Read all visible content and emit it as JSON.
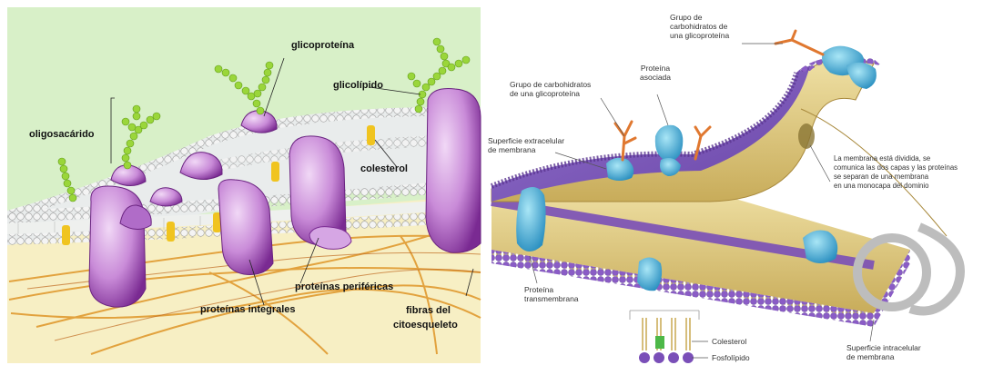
{
  "left_diagram": {
    "labels": {
      "glicoproteina": "glicoproteína",
      "glicolipido": "glicolípido",
      "oligosacarido": "oligosacárido",
      "colesterol": "colesterol",
      "proteinas_perifericas": "proteínas periféricas",
      "proteinas_integrales": "proteínas integrales",
      "fibras_citoesqueleto_1": "fibras del",
      "fibras_citoesqueleto_2": "citoesqueleto"
    },
    "colors": {
      "background": "#d8f0c8",
      "protein": "#9c3fb0",
      "protein_light": "#e0b8ec",
      "sugar": "#9ad63a",
      "fibers": "#e09a30",
      "cholesterol": "#f0c420"
    }
  },
  "right_diagram": {
    "labels": {
      "grupo_carbohidratos_celula_1": "Grupo de",
      "grupo_carbohidratos_celula_2": "carbohidratos de",
      "grupo_carbohidratos_celula_3": "una glicoproteína",
      "proteina_asociada_1": "Proteína",
      "proteina_asociada_2": "asociada",
      "grupo_carbohidratos_1": "Grupo de carbohidratos",
      "grupo_carbohidratos_2": "de una glicoproteína",
      "superficie_1": "Superficie extracelular",
      "superficie_2": "de membrana",
      "membrana_dividida_1": "La membrana está dividida, se",
      "membrana_dividida_2": "comunica las dos capas y las proteínas",
      "membrana_dividida_3": "se separan de una membrana",
      "membrana_dividida_4": "en una monocapa del dominio",
      "proteina_trans_1": "Proteína",
      "proteina_trans_2": "transmembrana",
      "colesterol": "Colesterol",
      "fosfolipido": "Fosfolípido",
      "superficie_intra_1": "Superficie intracelular",
      "superficie_intra_2": "de membrana"
    },
    "colors": {
      "head": "#7a4fb8",
      "tail": "#c8a850",
      "protein": "#4ab8e0",
      "sugar": "#e07830"
    }
  }
}
